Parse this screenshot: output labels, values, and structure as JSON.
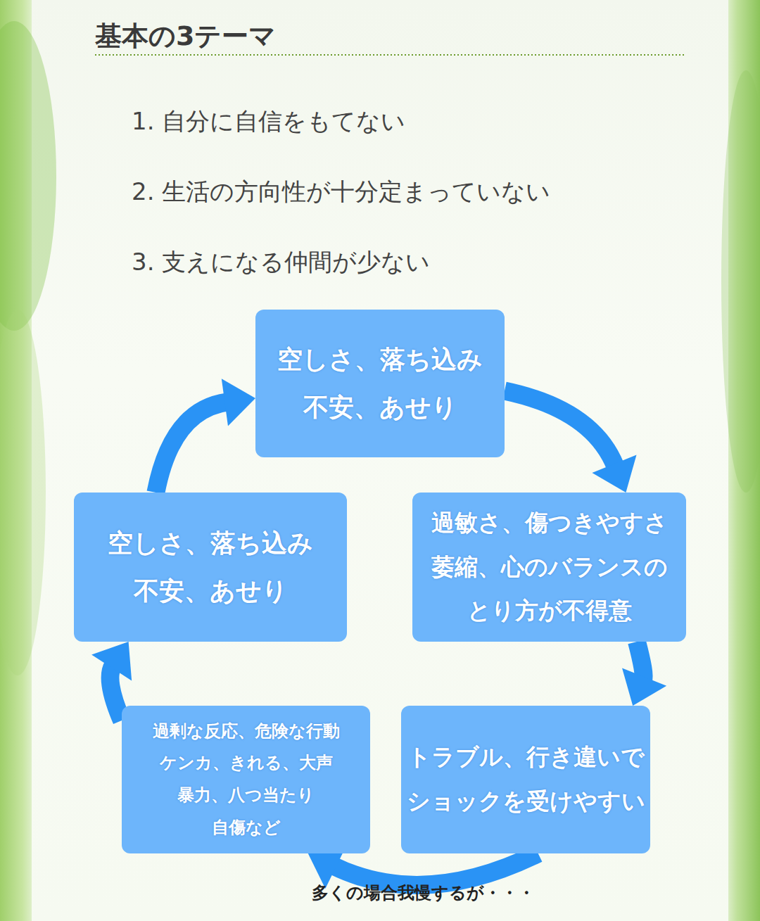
{
  "diagram": {
    "title": "基本の3テーマ",
    "nodes": [
      {
        "text": [
          "空しさ、落ち込み 不安、あせり"
        ]
      },
      {
        "text": [
          "空しさ、落ち込み 不安、あせり"
        ]
      },
      {
        "text": [
          "過敏さ、傷つきやすさ 萎縮、心のバランスの とり方が不得意"
        ]
      },
      {
        "text": [
          "過剰な反応、危険な行動 ケンカ、きれる、大声 暴力、八つ当たり 自傷など"
        ]
      },
      {
        "text": [
          "トラブル、行き違いで ショックを受けやすい"
        ]
      }
    ],
    "edges": [
      {
        "from": 0,
        "to": 2,
        "arrow": "to"
      },
      {
        "from": 2,
        "to": 4,
        "arrow": "to"
      },
      {
        "from": 4,
        "to": 3,
        "label": "多くの場合我慢するが・・・",
        "arrow": "to"
      },
      {
        "from": 3,
        "to": 1,
        "arrow": "to"
      },
      {
        "from": 1,
        "to": 0,
        "arrow": "to"
      }
    ],
    "labels": [
      "1. 自分に自信をもてない",
      "2. 生活の方向性が十分定まっていない",
      "3. 支えになる仲間が少ない"
    ]
  }
}
